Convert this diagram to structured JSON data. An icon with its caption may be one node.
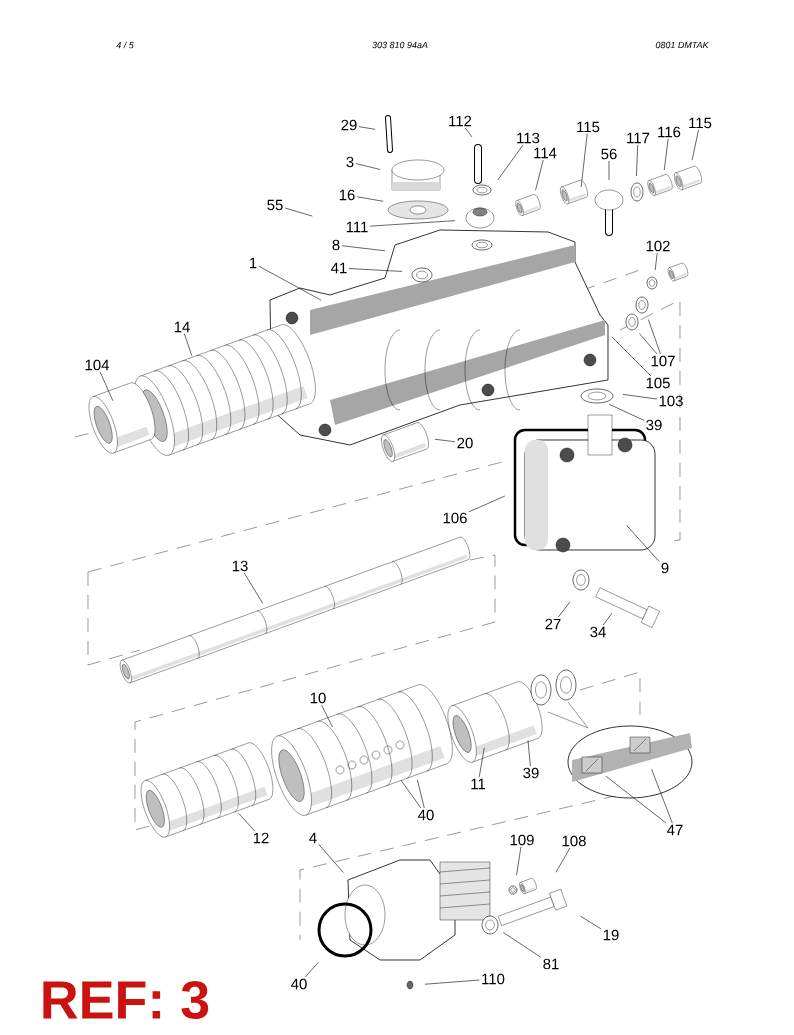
{
  "diagram": {
    "nodes": [
      {
        "text": [
          "29"
        ]
      },
      {
        "text": [
          "3"
        ]
      },
      {
        "text": [
          "112"
        ]
      },
      {
        "text": [
          "113"
        ]
      },
      {
        "text": [
          "115"
        ]
      },
      {
        "text": [
          "114"
        ]
      },
      {
        "text": [
          "56"
        ]
      },
      {
        "text": [
          "117"
        ]
      },
      {
        "text": [
          "116"
        ]
      },
      {
        "text": [
          "115"
        ]
      },
      {
        "text": [
          "16"
        ]
      },
      {
        "text": [
          "55"
        ]
      },
      {
        "text": [
          "111"
        ]
      },
      {
        "text": [
          "8"
        ]
      },
      {
        "text": [
          "41"
        ]
      },
      {
        "text": [
          "1"
        ]
      },
      {
        "text": [
          "102"
        ]
      },
      {
        "text": [
          "14"
        ]
      },
      {
        "text": [
          "104"
        ]
      },
      {
        "text": [
          "107"
        ]
      },
      {
        "text": [
          "105"
        ]
      },
      {
        "text": [
          "103"
        ]
      },
      {
        "text": [
          "39"
        ]
      },
      {
        "text": [
          "20"
        ]
      },
      {
        "text": [
          "106"
        ]
      },
      {
        "text": [
          "9"
        ]
      },
      {
        "text": [
          "13"
        ]
      },
      {
        "text": [
          "27"
        ]
      },
      {
        "text": [
          "34"
        ]
      },
      {
        "text": [
          "10"
        ]
      },
      {
        "text": [
          "11"
        ]
      },
      {
        "text": [
          "39"
        ]
      },
      {
        "text": [
          "47"
        ]
      },
      {
        "text": [
          "40"
        ]
      },
      {
        "text": [
          "12"
        ]
      },
      {
        "text": [
          "4"
        ]
      },
      {
        "text": [
          "109"
        ]
      },
      {
        "text": [
          "108"
        ]
      },
      {
        "text": [
          "19"
        ]
      },
      {
        "text": [
          "81"
        ]
      },
      {
        "text": [
          "40"
        ]
      },
      {
        "text": [
          "110"
        ]
      }
    ],
    "edges": [
      {
        "from": 0,
        "to": null,
        "arrow": "none"
      },
      {
        "from": 1,
        "to": null,
        "arrow": "none"
      },
      {
        "from": 2,
        "to": null,
        "arrow": "none"
      },
      {
        "from": 3,
        "to": null,
        "arrow": "none"
      },
      {
        "from": 4,
        "to": null,
        "arrow": "none"
      },
      {
        "from": 5,
        "to": null,
        "arrow": "none"
      },
      {
        "from": 6,
        "to": null,
        "arrow": "none"
      },
      {
        "from": 7,
        "to": null,
        "arrow": "none"
      },
      {
        "from": 8,
        "to": null,
        "arrow": "none"
      },
      {
        "from": 9,
        "to": null,
        "arrow": "none"
      },
      {
        "from": 10,
        "to": null,
        "arrow": "none"
      },
      {
        "from": 11,
        "to": null,
        "arrow": "none"
      },
      {
        "from": 12,
        "to": null,
        "arrow": "none"
      },
      {
        "from": 13,
        "to": null,
        "arrow": "none"
      },
      {
        "from": 14,
        "to": null,
        "arrow": "none"
      },
      {
        "from": 15,
        "to": null,
        "arrow": "none"
      },
      {
        "from": 16,
        "to": null,
        "arrow": "none"
      },
      {
        "from": 17,
        "to": null,
        "arrow": "none"
      },
      {
        "from": 18,
        "to": null,
        "arrow": "none"
      },
      {
        "from": 19,
        "to": null,
        "arrow": "none"
      },
      {
        "from": 19,
        "to": null,
        "arrow": "none"
      },
      {
        "from": 20,
        "to": null,
        "arrow": "none"
      },
      {
        "from": 21,
        "to": null,
        "arrow": "none"
      },
      {
        "from": 22,
        "to": null,
        "arrow": "none"
      },
      {
        "from": 23,
        "to": null,
        "arrow": "none"
      },
      {
        "from": 24,
        "to": null,
        "arrow": "none"
      },
      {
        "from": 25,
        "to": null,
        "arrow": "none"
      },
      {
        "from": 26,
        "to": null,
        "arrow": "none"
      },
      {
        "from": 27,
        "to": null,
        "arrow": "none"
      },
      {
        "from": 28,
        "to": null,
        "arrow": "none"
      },
      {
        "from": 29,
        "to": null,
        "arrow": "none"
      },
      {
        "from": 30,
        "to": null,
        "arrow": "none"
      },
      {
        "from": 31,
        "to": null,
        "arrow": "none"
      },
      {
        "from": 32,
        "to": null,
        "arrow": "none"
      },
      {
        "from": 32,
        "to": null,
        "arrow": "none"
      },
      {
        "from": 33,
        "to": null,
        "arrow": "none"
      },
      {
        "from": 33,
        "to": null,
        "arrow": "none"
      },
      {
        "from": 34,
        "to": null,
        "arrow": "none"
      },
      {
        "from": 35,
        "to": null,
        "arrow": "none"
      },
      {
        "from": 36,
        "to": null,
        "arrow": "none"
      },
      {
        "from": 37,
        "to": null,
        "arrow": "none"
      },
      {
        "from": 38,
        "to": null,
        "arrow": "none"
      },
      {
        "from": 39,
        "to": null,
        "arrow": "none"
      },
      {
        "from": 40,
        "to": null,
        "arrow": "none"
      },
      {
        "from": 41,
        "to": null,
        "arrow": "none"
      }
    ],
    "labels": [
      "4 /   5",
      "303 810 94aA",
      "0801 DMTAK",
      "REF: 3"
    ]
  }
}
